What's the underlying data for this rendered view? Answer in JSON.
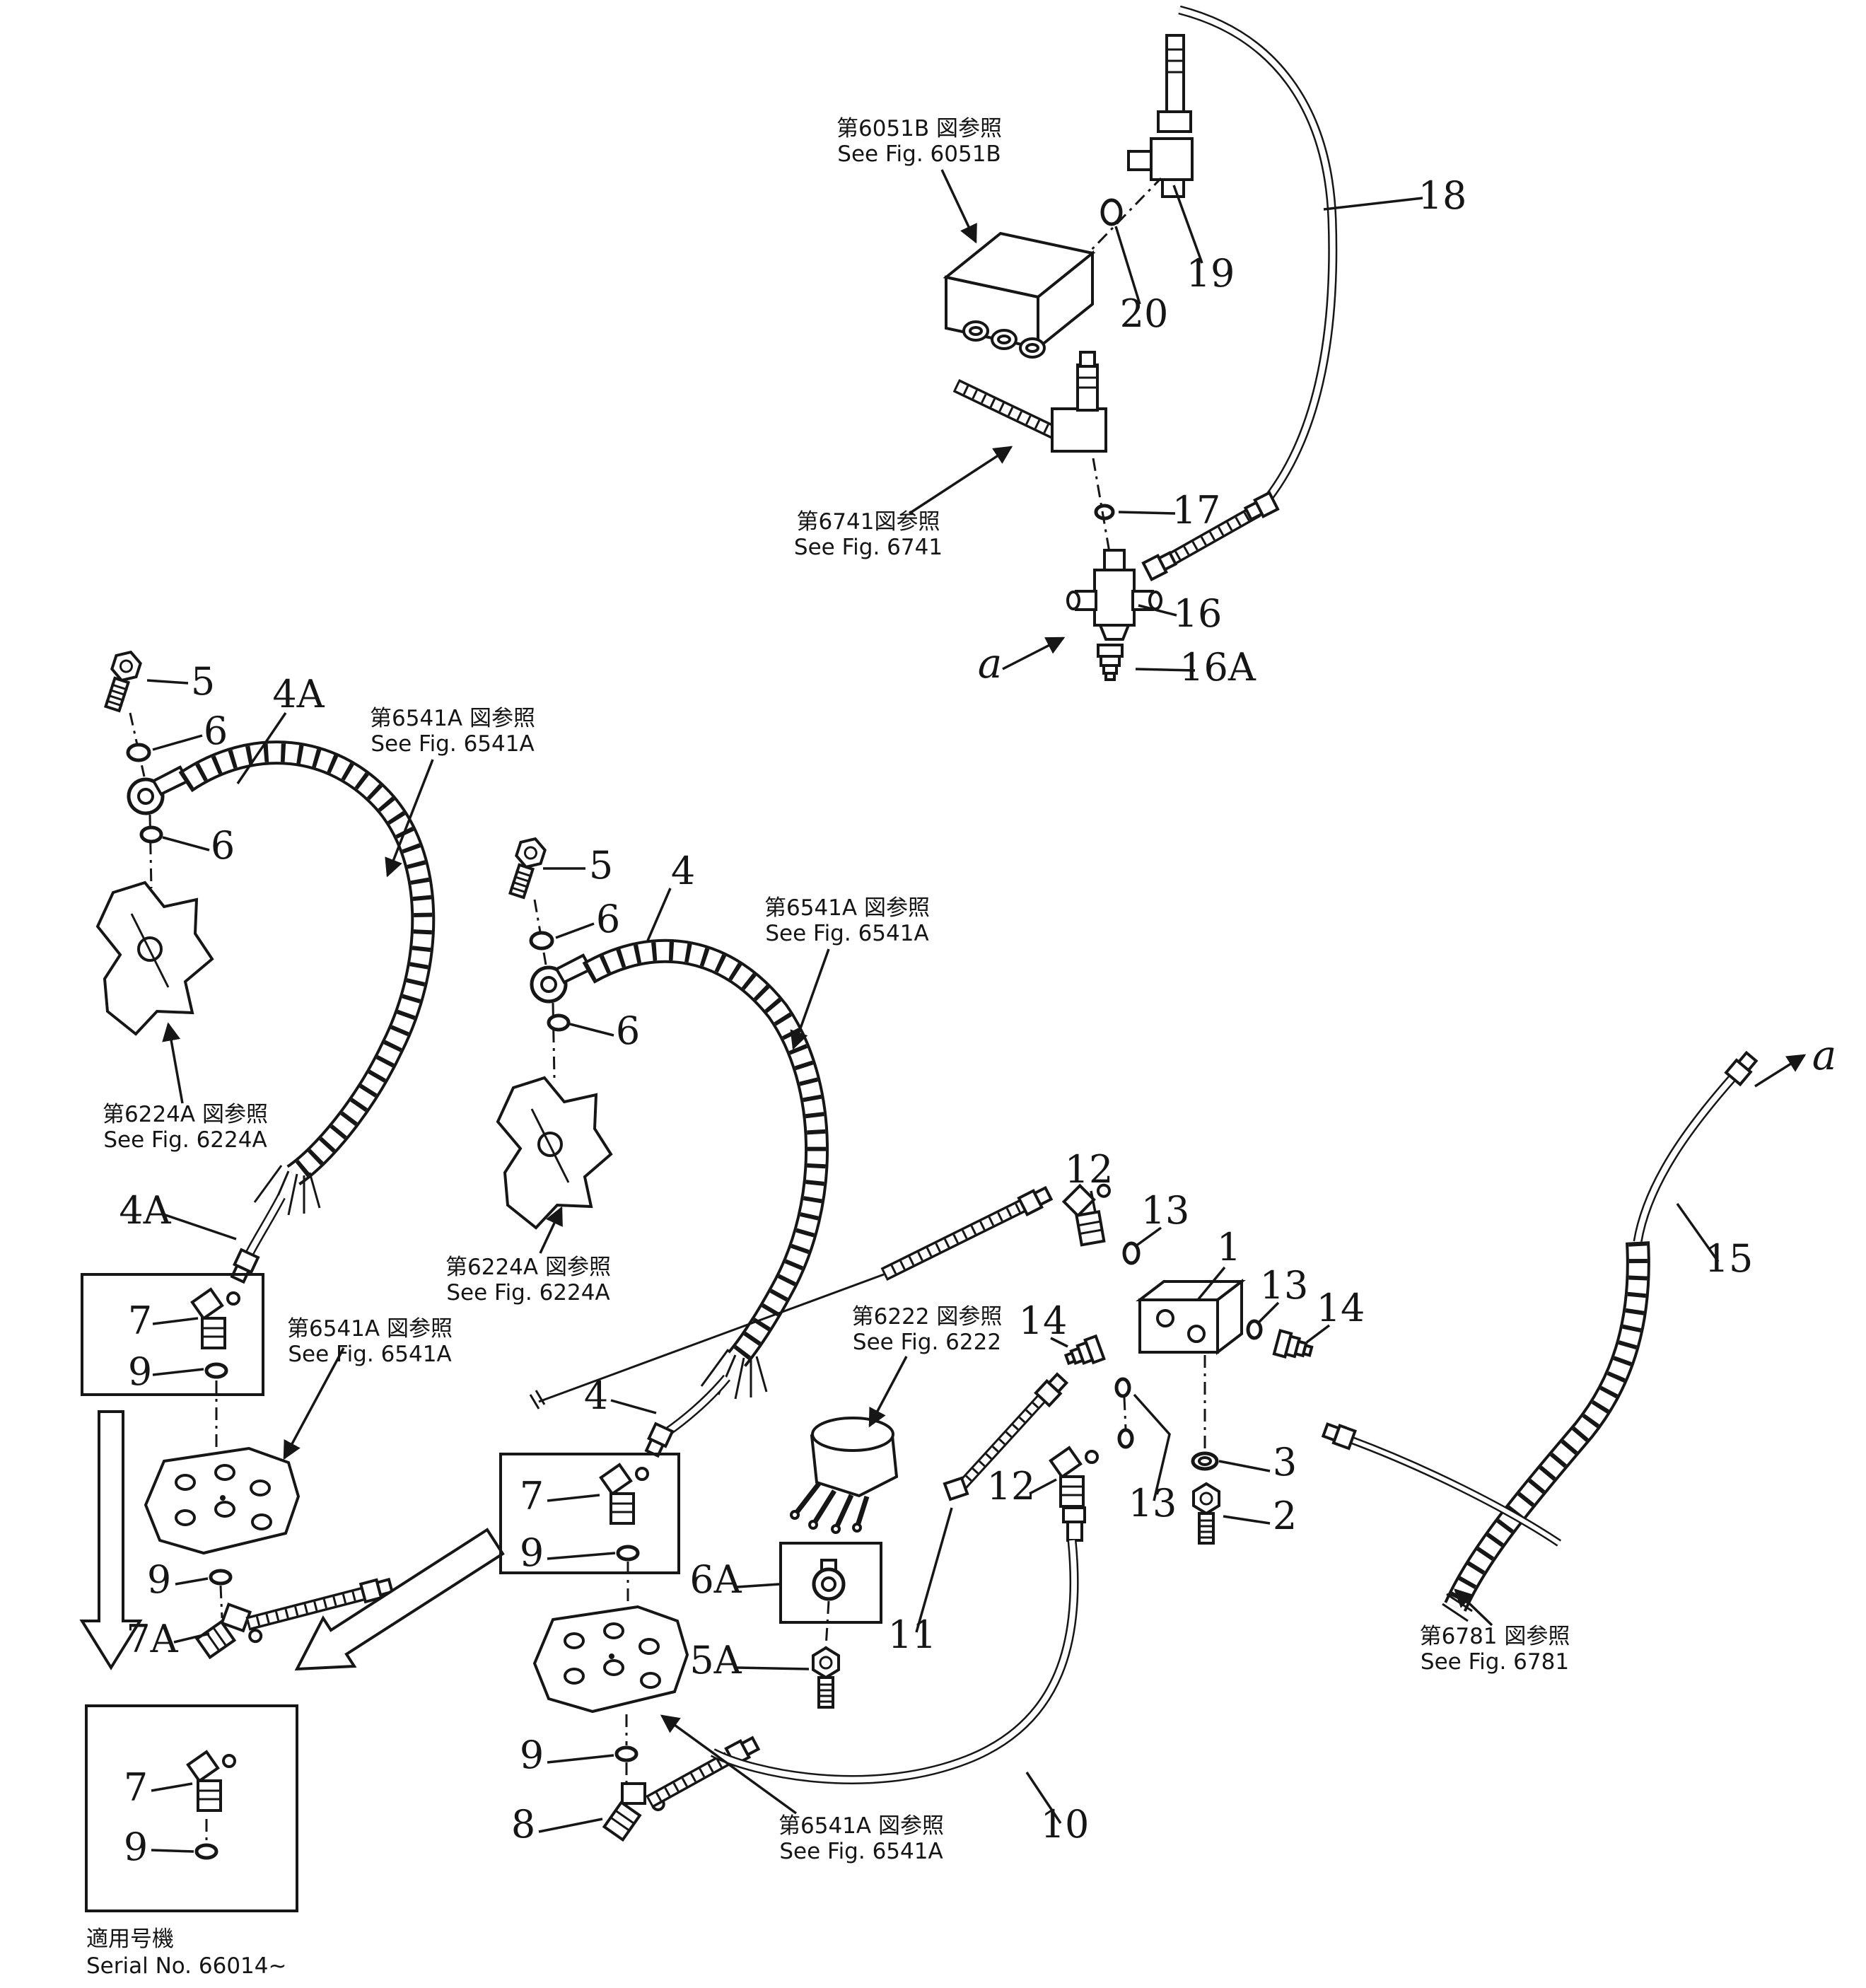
{
  "page": {
    "background": "#ffffff",
    "ink": "#161616"
  },
  "fig_refs": [
    {
      "jp": "第6051B 図参照",
      "en": "See Fig. 6051B"
    },
    {
      "jp": "第6741図参照",
      "en": "See Fig. 6741"
    },
    {
      "jp": "第6541A 図参照",
      "en": "See Fig. 6541A"
    },
    {
      "jp": "第6224A 図参照",
      "en": "See Fig. 6224A"
    },
    {
      "jp": "第6541A 図参照",
      "en": "See Fig. 6541A"
    },
    {
      "jp": "第6541A 図参照",
      "en": "See Fig. 6541A"
    },
    {
      "jp": "第6224A 図参照",
      "en": "See Fig. 6224A"
    },
    {
      "jp": "第6222 図参照",
      "en": "See Fig. 6222"
    },
    {
      "jp": "第6541A 図参照",
      "en": "See Fig. 6541A"
    },
    {
      "jp": "第6781 図参照",
      "en": "See Fig. 6781"
    }
  ],
  "serial_note": {
    "jp": "適用号機",
    "en": "Serial No. 66014~"
  },
  "callouts": [
    {
      "text": "18"
    },
    {
      "text": "19"
    },
    {
      "text": "20"
    },
    {
      "text": "17"
    },
    {
      "text": "16"
    },
    {
      "text": "a"
    },
    {
      "text": "16A"
    },
    {
      "text": "5"
    },
    {
      "text": "4A"
    },
    {
      "text": "6"
    },
    {
      "text": "6"
    },
    {
      "text": "4A"
    },
    {
      "text": "7"
    },
    {
      "text": "9"
    },
    {
      "text": "9"
    },
    {
      "text": "7A"
    },
    {
      "text": "7"
    },
    {
      "text": "9"
    },
    {
      "text": "5"
    },
    {
      "text": "4"
    },
    {
      "text": "6"
    },
    {
      "text": "6"
    },
    {
      "text": "4"
    },
    {
      "text": "7"
    },
    {
      "text": "9"
    },
    {
      "text": "6A"
    },
    {
      "text": "5A"
    },
    {
      "text": "11"
    },
    {
      "text": "9"
    },
    {
      "text": "8"
    },
    {
      "text": "10"
    },
    {
      "text": "12"
    },
    {
      "text": "13"
    },
    {
      "text": "1"
    },
    {
      "text": "13"
    },
    {
      "text": "14"
    },
    {
      "text": "14"
    },
    {
      "text": "12"
    },
    {
      "text": "13"
    },
    {
      "text": "3"
    },
    {
      "text": "2"
    },
    {
      "text": "a"
    },
    {
      "text": "15"
    }
  ]
}
